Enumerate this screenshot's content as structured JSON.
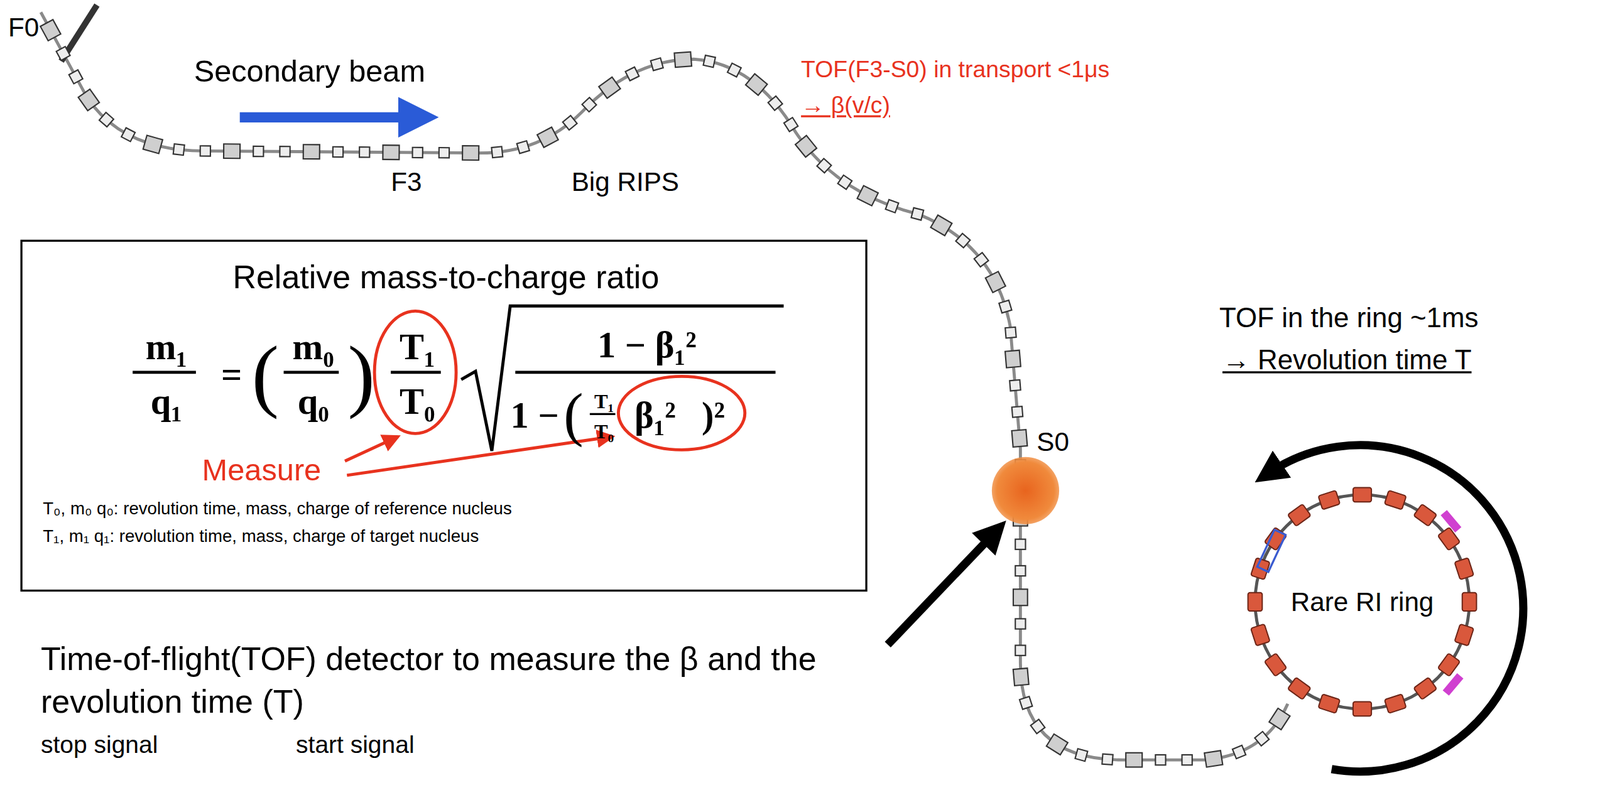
{
  "diagram": {
    "nodes": [
      {
        "text": [
          "Relative mass-to-charge ratio",
          "m₁",
          "q₁",
          "=",
          "(",
          "m₀",
          "q₀",
          ")",
          "T₁",
          "T₀",
          "1 − β₁²",
          "1 −",
          "(",
          "T₁",
          "T₀",
          "β₁²",
          ")²",
          "T₀, m₀ q₀: revolution time, mass, charge of reference nucleus",
          "T₁, m₁ q₁: revolution time, mass, charge of target nucleus"
        ]
      },
      {
        "text": [
          "S0"
        ]
      },
      {
        "text": [
          "Rare RI ring"
        ]
      }
    ],
    "labels": [
      "F0",
      "Secondary beam",
      "F3",
      "Big RIPS",
      "TOF(F3-S0) in transport <1μs",
      "→ β(v/c)",
      "TOF in the ring ~1ms",
      "→ Revolution time T",
      "Measure",
      "Time-of-flight(TOF) detector to measure the β and the revolution time (T)",
      "stop signal",
      "start signal"
    ]
  }
}
